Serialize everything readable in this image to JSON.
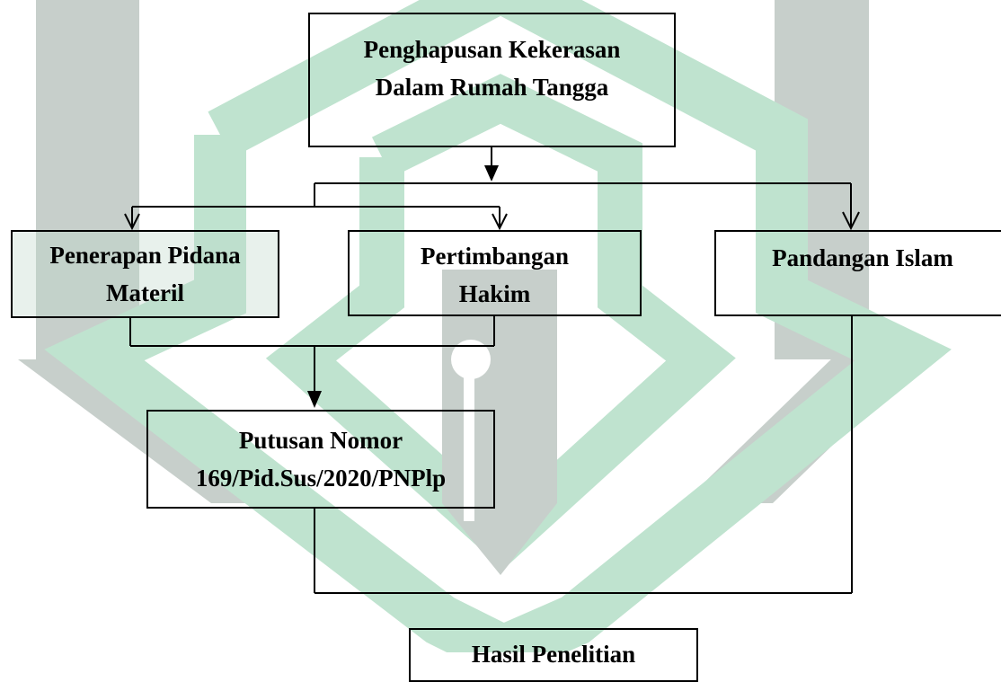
{
  "nodes": {
    "root": {
      "line1": "Penghapusan Kekerasan",
      "line2": "Dalam Rumah Tangga"
    },
    "pidana": {
      "line1": "Penerapan Pidana",
      "line2": "Materil"
    },
    "hakim": {
      "line1": "Pertimbangan",
      "line2": "Hakim"
    },
    "islam": {
      "line1": "Pandangan Islam"
    },
    "putusan": {
      "line1": "Putusan Nomor",
      "line2": "169/Pid.Sus/2020/PNPlp"
    },
    "hasil": {
      "line1": "Hasil Penelitian"
    }
  },
  "edges": [
    {
      "from": "root",
      "to": "pidana"
    },
    {
      "from": "root",
      "to": "hakim"
    },
    {
      "from": "root",
      "to": "islam"
    },
    {
      "from": "pidana",
      "to": "putusan"
    },
    {
      "from": "hakim",
      "to": "putusan"
    },
    {
      "from": "putusan",
      "to": "hasil"
    },
    {
      "from": "islam",
      "to": "hasil"
    }
  ],
  "colors": {
    "watermark_green": "#bfe3cf",
    "watermark_gray": "#c7cfcb",
    "line": "#000000",
    "text": "#000000"
  }
}
